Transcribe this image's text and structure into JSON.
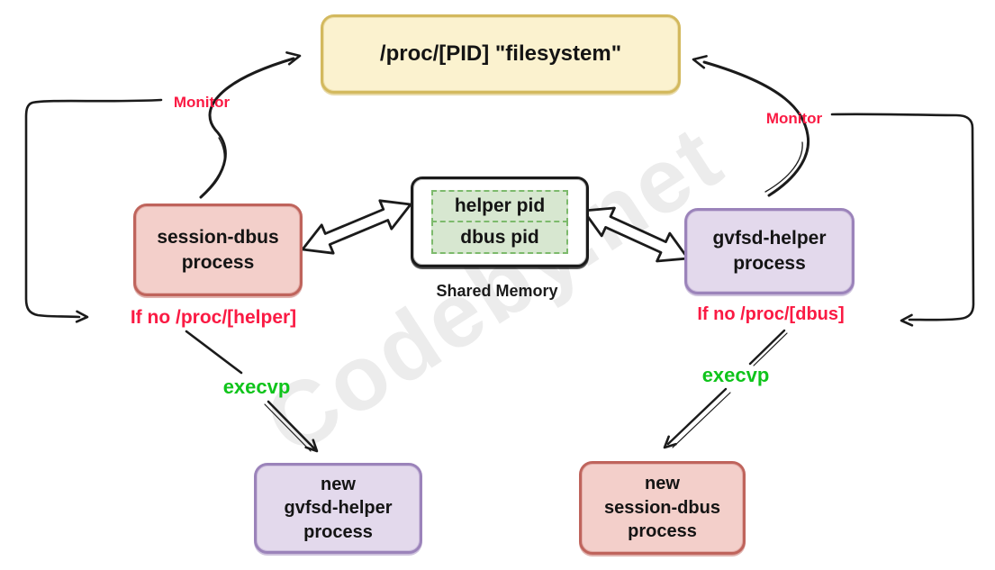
{
  "watermark": "Codeby.net",
  "colors": {
    "proc_fill": "#FBF2CF",
    "proc_border": "#D3B95E",
    "pink_fill": "#F3CFCA",
    "pink_border": "#BF645C",
    "purple_fill": "#E3D9EC",
    "purple_border": "#9B83BA",
    "shm_fill": "#FFFFFF",
    "shm_border": "#1B1B1B",
    "slot_fill": "#D7E7D0",
    "slot_border": "#7DBA6C",
    "label_red": "#FA1A43",
    "label_green": "#0FC41B",
    "ink": "#1B1B1B"
  },
  "nodes": {
    "proc_fs": {
      "label": "/proc/[PID] \"filesystem\""
    },
    "session_dbus": {
      "lines": [
        "session-dbus",
        "process"
      ]
    },
    "shared_memory": {
      "slots": [
        "helper pid",
        "dbus pid"
      ],
      "caption": "Shared Memory"
    },
    "gvfsd_helper": {
      "lines": [
        "gvfsd-helper",
        "process"
      ]
    },
    "new_gvfsd_helper": {
      "lines": [
        "new",
        "gvfsd-helper",
        "process"
      ]
    },
    "new_session_dbus": {
      "lines": [
        "new",
        "session-dbus",
        "process"
      ]
    }
  },
  "labels": {
    "monitor_left": "Monitor",
    "monitor_right": "Monitor",
    "if_no_helper": "If no /proc/[helper]",
    "if_no_dbus": "If no /proc/[dbus]",
    "execvp_left": "execvp",
    "execvp_right": "execvp"
  },
  "edges": [
    {
      "from": "session-dbus process",
      "to": "/proc/[PID] filesystem",
      "label": "Monitor"
    },
    {
      "from": "gvfsd-helper process",
      "to": "/proc/[PID] filesystem",
      "label": "Monitor"
    },
    {
      "from": "session-dbus process",
      "to": "Shared Memory",
      "label": "",
      "style": "double-headed"
    },
    {
      "from": "gvfsd-helper process",
      "to": "Shared Memory",
      "label": "",
      "style": "double-headed"
    },
    {
      "from": "If no /proc/[helper]",
      "to": "new gvfsd-helper process",
      "label": "execvp"
    },
    {
      "from": "If no /proc/[dbus]",
      "to": "new session-dbus process",
      "label": "execvp"
    }
  ]
}
